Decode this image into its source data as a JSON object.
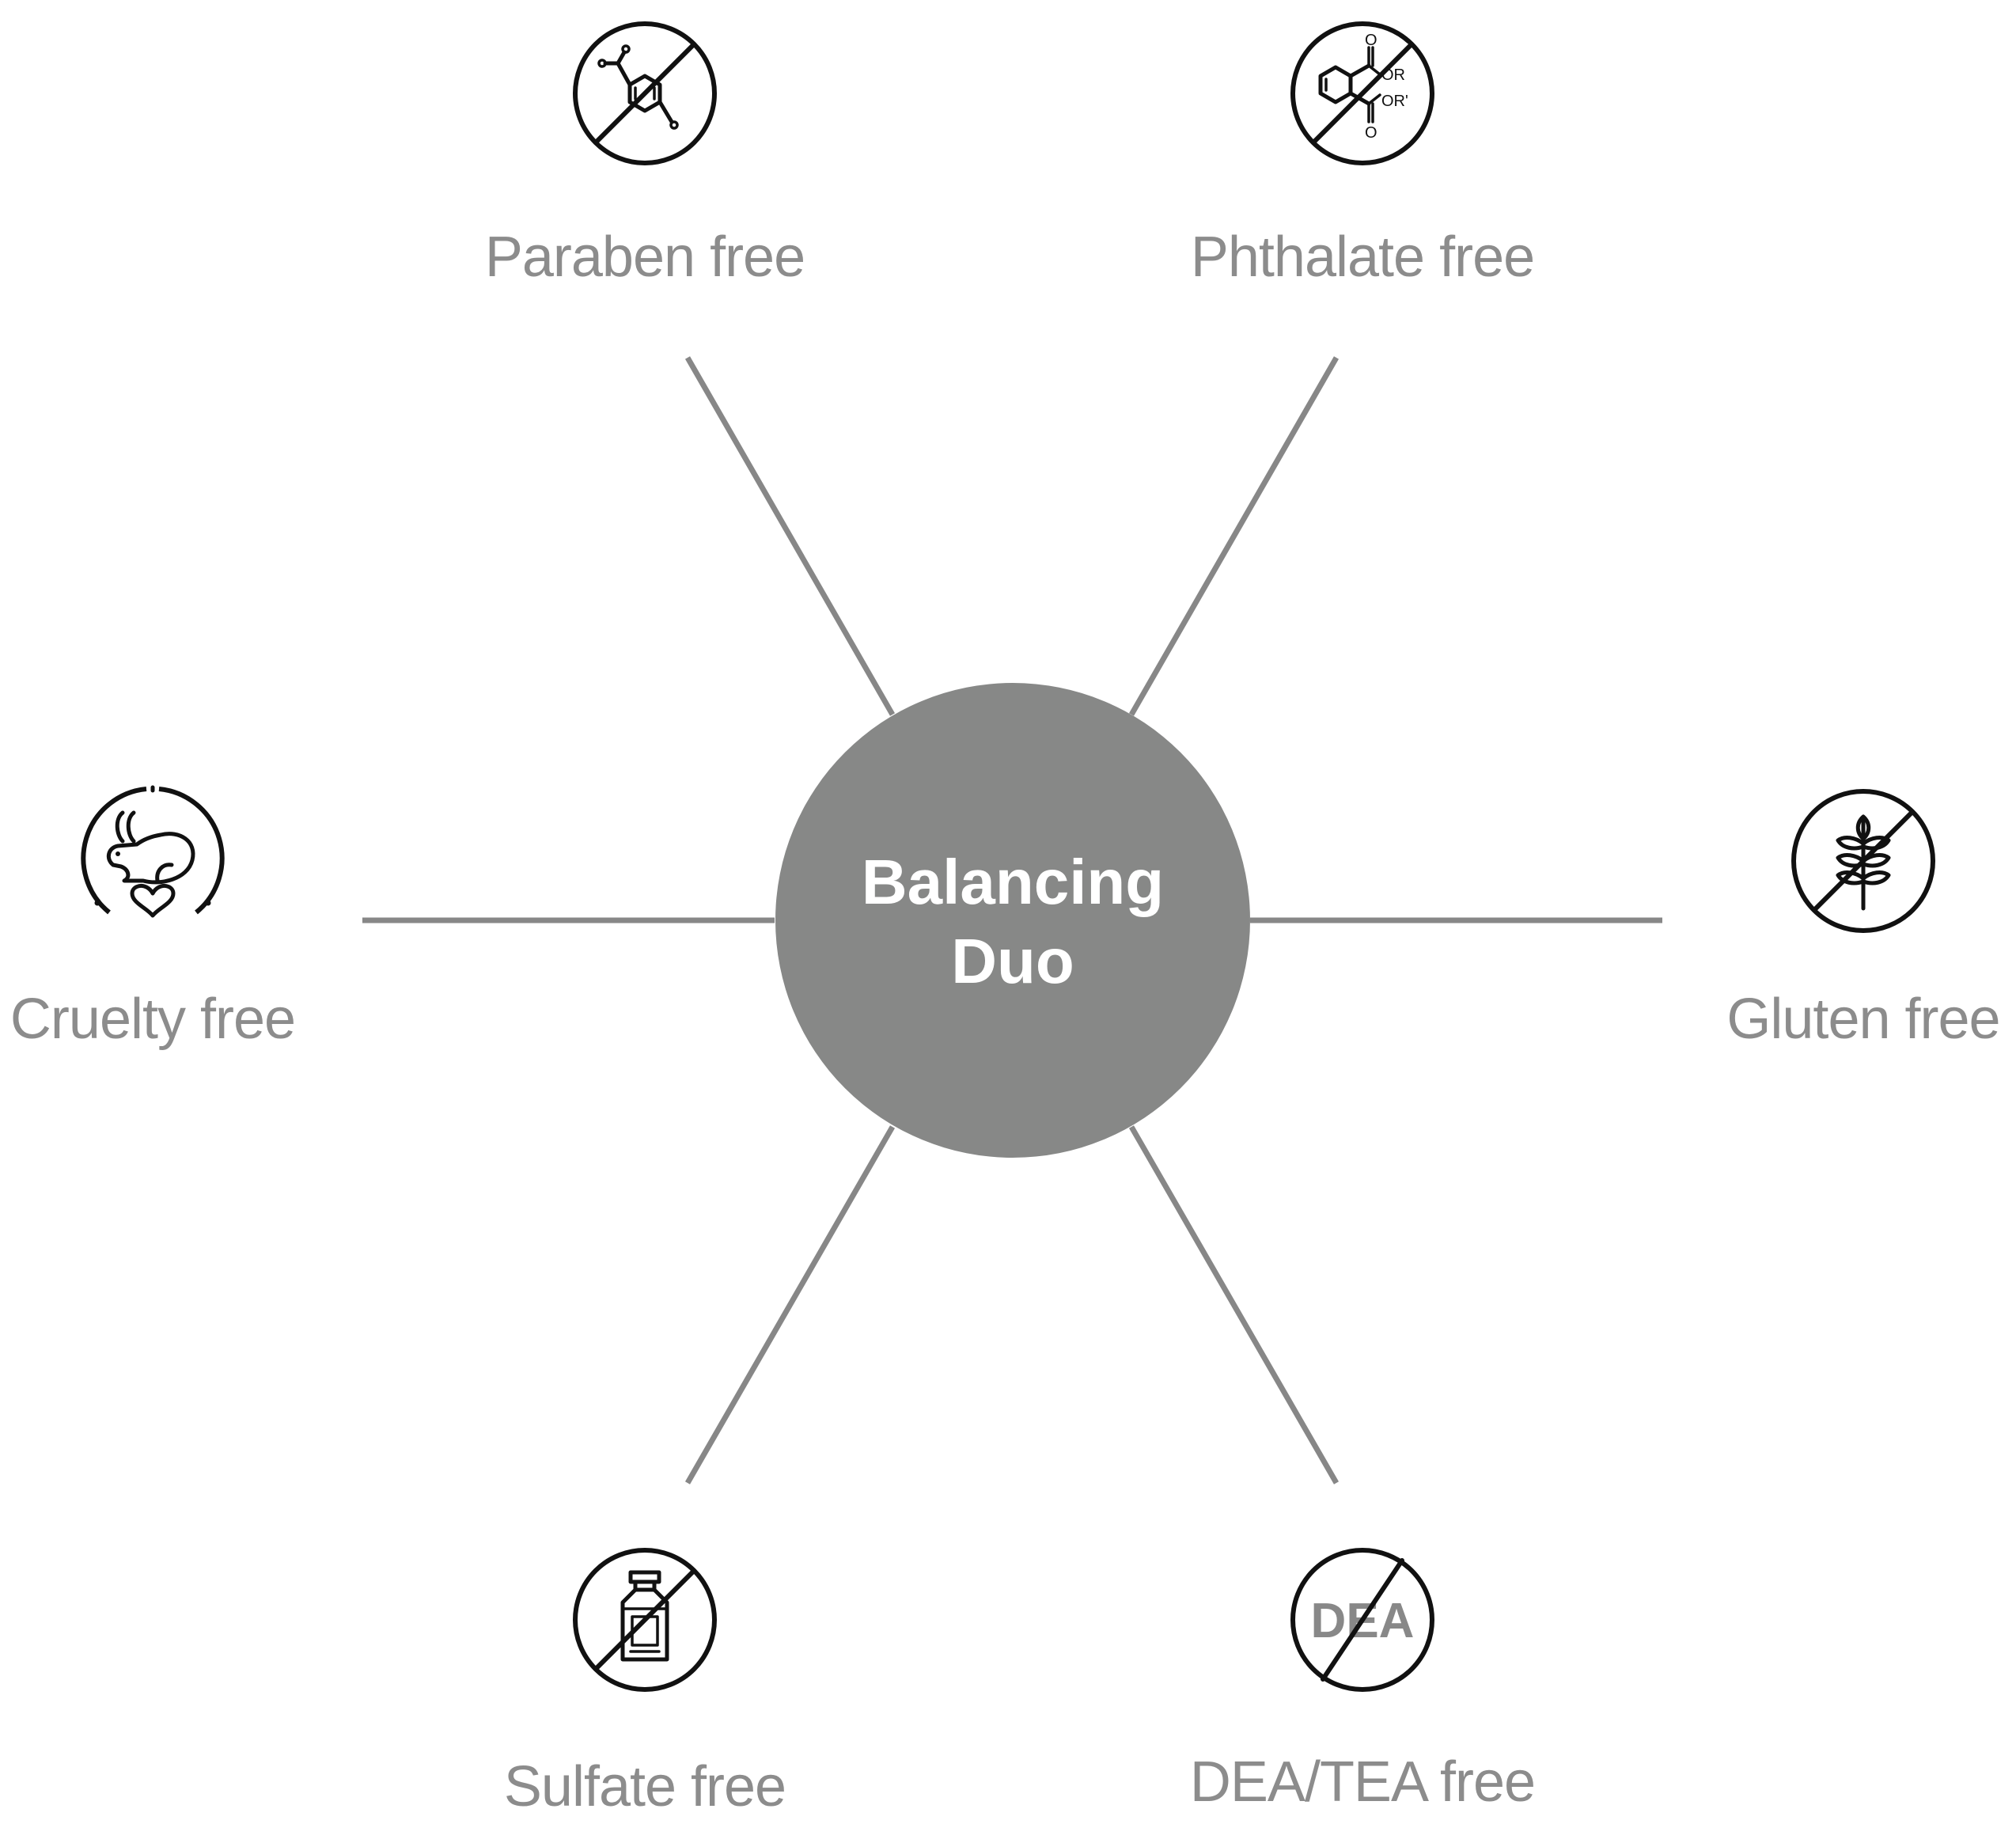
{
  "center": {
    "lines": [
      "Balancing",
      "Duo"
    ]
  },
  "features": [
    {
      "id": "paraben",
      "label": "Paraben free",
      "icon": "paraben-molecule-crossed-icon"
    },
    {
      "id": "phthalate",
      "label": "Phthalate free",
      "icon": "phthalate-molecule-crossed-icon"
    },
    {
      "id": "gluten",
      "label": "Gluten free",
      "icon": "wheat-crossed-icon"
    },
    {
      "id": "dea",
      "label": "DEA/TEA free",
      "icon": "dea-crossed-icon",
      "icon_text": "DEA"
    },
    {
      "id": "sulfate",
      "label": "Sulfate free",
      "icon": "tube-crossed-icon"
    },
    {
      "id": "cruelty",
      "label": "Cruelty free",
      "icon": "rabbit-heart-icon"
    }
  ],
  "chem_text": {
    "or1": "OR",
    "or2": "OR'",
    "o1": "O",
    "o2": "O"
  },
  "colors": {
    "hub": "#878887",
    "spoke": "#878787",
    "label": "#8c8c8c",
    "icon": "#111111"
  }
}
